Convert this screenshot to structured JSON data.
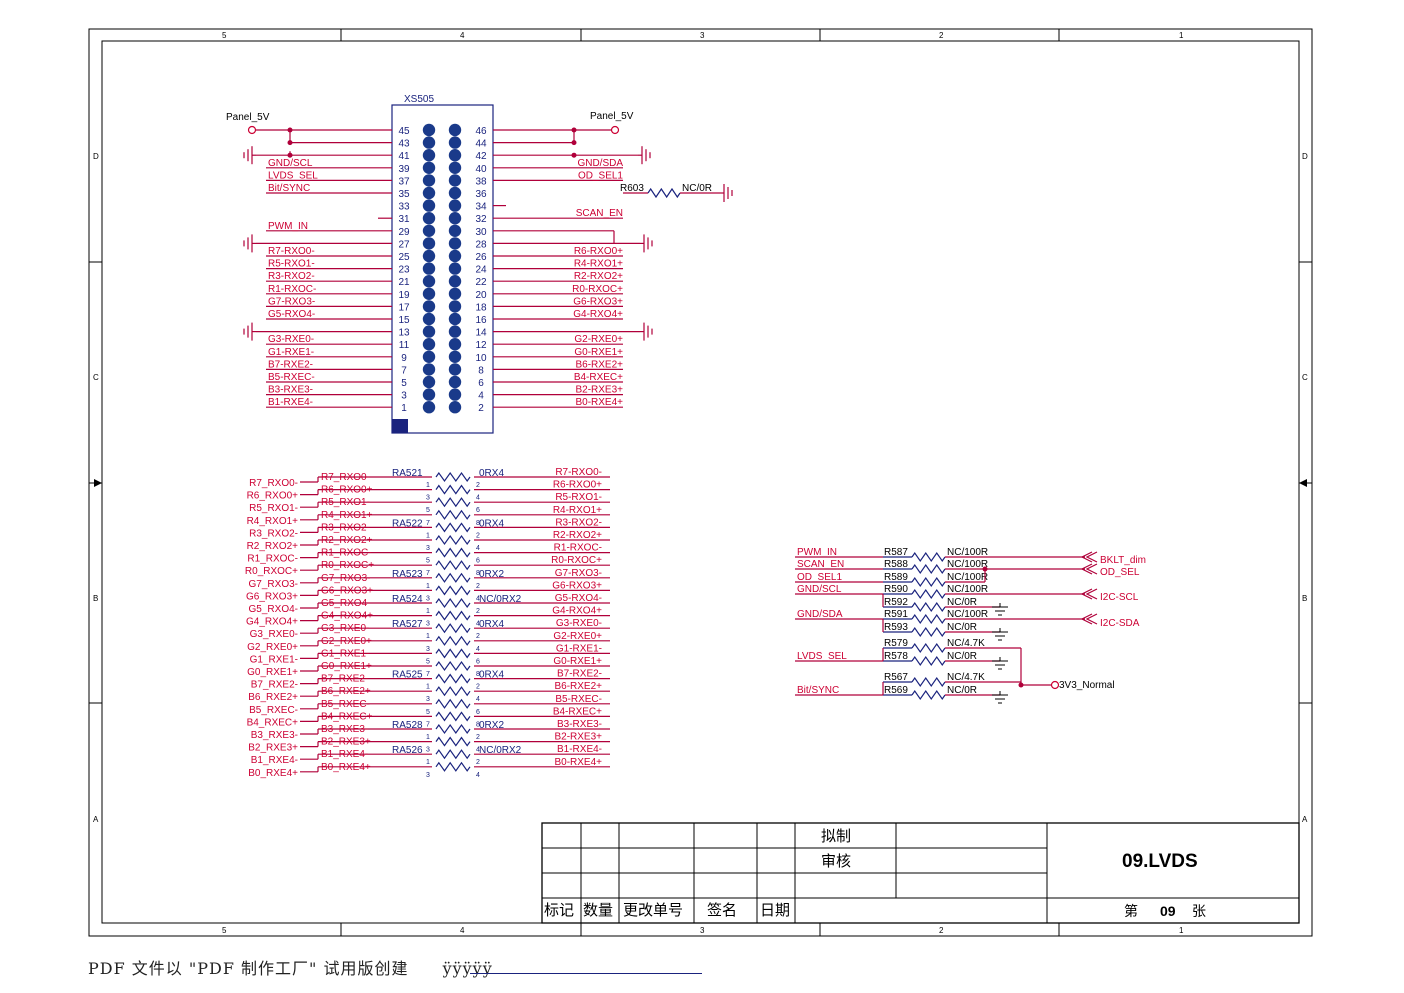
{
  "frame": {
    "col_labels": [
      "5",
      "4",
      "3",
      "2",
      "1"
    ],
    "row_labels": [
      "D",
      "C",
      "B",
      "A"
    ]
  },
  "connector": {
    "ref": "XS505",
    "panel_left": "Panel_5V",
    "panel_right": "Panel_5V",
    "left_pins": [
      "45",
      "43",
      "41",
      "39",
      "37",
      "35",
      "33",
      "31",
      "29",
      "27",
      "25",
      "23",
      "21",
      "19",
      "17",
      "15",
      "13",
      "11",
      "9",
      "7",
      "5",
      "3",
      "1"
    ],
    "right_pins": [
      "46",
      "44",
      "42",
      "40",
      "38",
      "36",
      "34",
      "32",
      "30",
      "28",
      "26",
      "24",
      "22",
      "20",
      "18",
      "16",
      "14",
      "12",
      "10",
      "8",
      "6",
      "4",
      "2"
    ],
    "left_nets": [
      "",
      "",
      "",
      "GND/SCL",
      "LVDS_SEL",
      "Bit/SYNC",
      "",
      "",
      "PWM_IN",
      "",
      "R7-RXO0-",
      "R5-RXO1-",
      "R3-RXO2-",
      "R1-RXOC-",
      "G7-RXO3-",
      "G5-RXO4-",
      "",
      "G3-RXE0-",
      "G1-RXE1-",
      "B7-RXE2-",
      "B5-RXEC-",
      "B3-RXE3-",
      "B1-RXE4-"
    ],
    "right_nets": [
      "",
      "",
      "",
      "GND/SDA",
      "OD_SEL1",
      "",
      "",
      "SCAN_EN",
      "",
      "",
      "R6-RXO0+",
      "R4-RXO1+",
      "R2-RXO2+",
      "R0-RXOC+",
      "G6-RXO3+",
      "G4-RXO4+",
      "",
      "G2-RXE0+",
      "G0-RXE1+",
      "B6-RXE2+",
      "B4-RXEC+",
      "B2-RXE3+",
      "B0-RXE4+"
    ],
    "r603_ref": "R603",
    "r603_val": "NC/0R"
  },
  "ra_section": {
    "outer_left_nets": [
      "R7_RXO0-",
      "R6_RXO0+",
      "R5_RXO1-",
      "R4_RXO1+",
      "R3_RXO2-",
      "R2_RXO2+",
      "R1_RXOC-",
      "R0_RXOC+",
      "G7_RXO3-",
      "G6_RXO3+",
      "G5_RXO4-",
      "G4_RXO4+",
      "G3_RXE0-",
      "G2_RXE0+",
      "G1_RXE1-",
      "G0_RXE1+",
      "B7_RXE2-",
      "B6_RXE2+",
      "B5_RXEC-",
      "B4_RXEC+",
      "B3_RXE3-",
      "B2_RXE3+",
      "B1_RXE4-",
      "B0_RXE4+"
    ],
    "inner_left_nets": [
      "R7_RXO0-",
      "R6_RXO0+",
      "R5_RXO1-",
      "R4_RXO1+",
      "R3_RXO2-",
      "R2_RXO2+",
      "R1_RXOC-",
      "R0_RXOC+",
      "G7_RXO3-",
      "G6_RXO3+",
      "G5_RXO4-",
      "G4_RXO4+",
      "G3_RXE0-",
      "G2_RXE0+",
      "G1_RXE1-",
      "G0_RXE1+",
      "B7_RXE2-",
      "B6_RXE2+",
      "B5_RXEC-",
      "B4_RXEC+",
      "B3_RXE3-",
      "B2_RXE3+",
      "B1_RXE4-",
      "B0_RXE4+"
    ],
    "right_nets": [
      "R7-RXO0-",
      "R6-RXO0+",
      "R5-RXO1-",
      "R4-RXO1+",
      "R3-RXO2-",
      "R2-RXO2+",
      "R1-RXOC-",
      "R0-RXOC+",
      "G7-RXO3-",
      "G6-RXO3+",
      "G5-RXO4-",
      "G4-RXO4+",
      "G3-RXE0-",
      "G2-RXE0+",
      "G1-RXE1-",
      "G0-RXE1+",
      "B7-RXE2-",
      "B6-RXE2+",
      "B5-RXEC-",
      "B4-RXEC+",
      "B3-RXE3-",
      "B2-RXE3+",
      "B1-RXE4-",
      "B0-RXE4+"
    ],
    "arrays": [
      {
        "ref": "RA521",
        "val": "0RX4",
        "rows": 4
      },
      {
        "ref": "RA522",
        "val": "0RX4",
        "rows": 4
      },
      {
        "ref": "RA523",
        "val": "0RX2",
        "rows": 2
      },
      {
        "ref": "RA524",
        "val": "NC/0RX2",
        "rows": 2
      },
      {
        "ref": "RA527",
        "val": "0RX4",
        "rows": 4
      },
      {
        "ref": "RA525",
        "val": "0RX4",
        "rows": 4
      },
      {
        "ref": "RA528",
        "val": "0RX2",
        "rows": 2
      },
      {
        "ref": "RA526",
        "val": "NC/0RX2",
        "rows": 2
      }
    ],
    "pin_left4": [
      "1",
      "3",
      "5",
      "7"
    ],
    "pin_right4": [
      "2",
      "4",
      "6",
      "8"
    ],
    "pin_left2": [
      "1",
      "3"
    ],
    "pin_right2": [
      "2",
      "4"
    ]
  },
  "control": {
    "rows": [
      {
        "net": "PWM_IN",
        "ref": "R587",
        "val": "NC/100R"
      },
      {
        "net": "SCAN_EN",
        "ref": "R588",
        "val": "NC/100R"
      },
      {
        "net": "OD_SEL1",
        "ref": "R589",
        "val": "NC/100R"
      },
      {
        "net": "GND/SCL",
        "ref": "R590",
        "val": "NC/100R"
      },
      {
        "net": "",
        "ref": "R592",
        "val": "NC/0R"
      },
      {
        "net": "GND/SDA",
        "ref": "R591",
        "val": "NC/100R"
      },
      {
        "net": "",
        "ref": "R593",
        "val": "NC/0R"
      },
      {
        "net": "",
        "ref": "R579",
        "val": "NC/4.7K"
      },
      {
        "net": "LVDS_SEL",
        "ref": "R578",
        "val": "NC/0R"
      },
      {
        "net": "",
        "ref": "R567",
        "val": "NC/4.7K"
      },
      {
        "net": "Bit/SYNC",
        "ref": "R569",
        "val": "NC/0R"
      }
    ],
    "ports": [
      "BKLT_dim",
      "OD_SEL",
      "I2C-SCL",
      "I2C-SDA"
    ],
    "power": "3V3_Normal"
  },
  "title_block": {
    "drafted": "拟制",
    "reviewed": "审核",
    "col_mark": "标记",
    "col_qty": "数量",
    "col_change": "更改单号",
    "col_sign": "签名",
    "col_date": "日期",
    "title": "09.LVDS",
    "sheet_pre": "第",
    "sheet_no": "09",
    "sheet_post": "张"
  },
  "footer": {
    "text": "PDF 文件以 \"PDF 制作工厂\" 试用版创建",
    "link": "ÿÿÿÿÿ"
  }
}
